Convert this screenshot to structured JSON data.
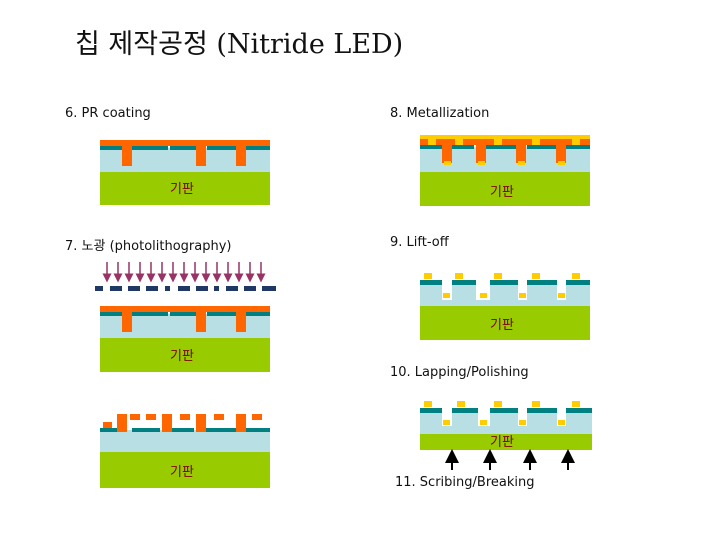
{
  "title": "칩 제작공정 (Nitride LED)",
  "substrate_label": "기판",
  "steps": [
    {
      "label": "6. PR coating"
    },
    {
      "label": "7. 노광 (photolithography)"
    },
    {
      "label": "8. Metallization"
    },
    {
      "label": "9. Lift-off"
    },
    {
      "label": "10. Lapping/Polishing"
    },
    {
      "label": "11. Scribing/Breaking"
    }
  ],
  "colors": {
    "substrate": "#99cc00",
    "epi_layer": "#b8e0e4",
    "teal_layer": "#008080",
    "photoresist": "#ff6600",
    "metal": "#ffcc00",
    "uv_arrow": "#993366",
    "mask": "#1f3864",
    "break_arrow": "#000000"
  }
}
